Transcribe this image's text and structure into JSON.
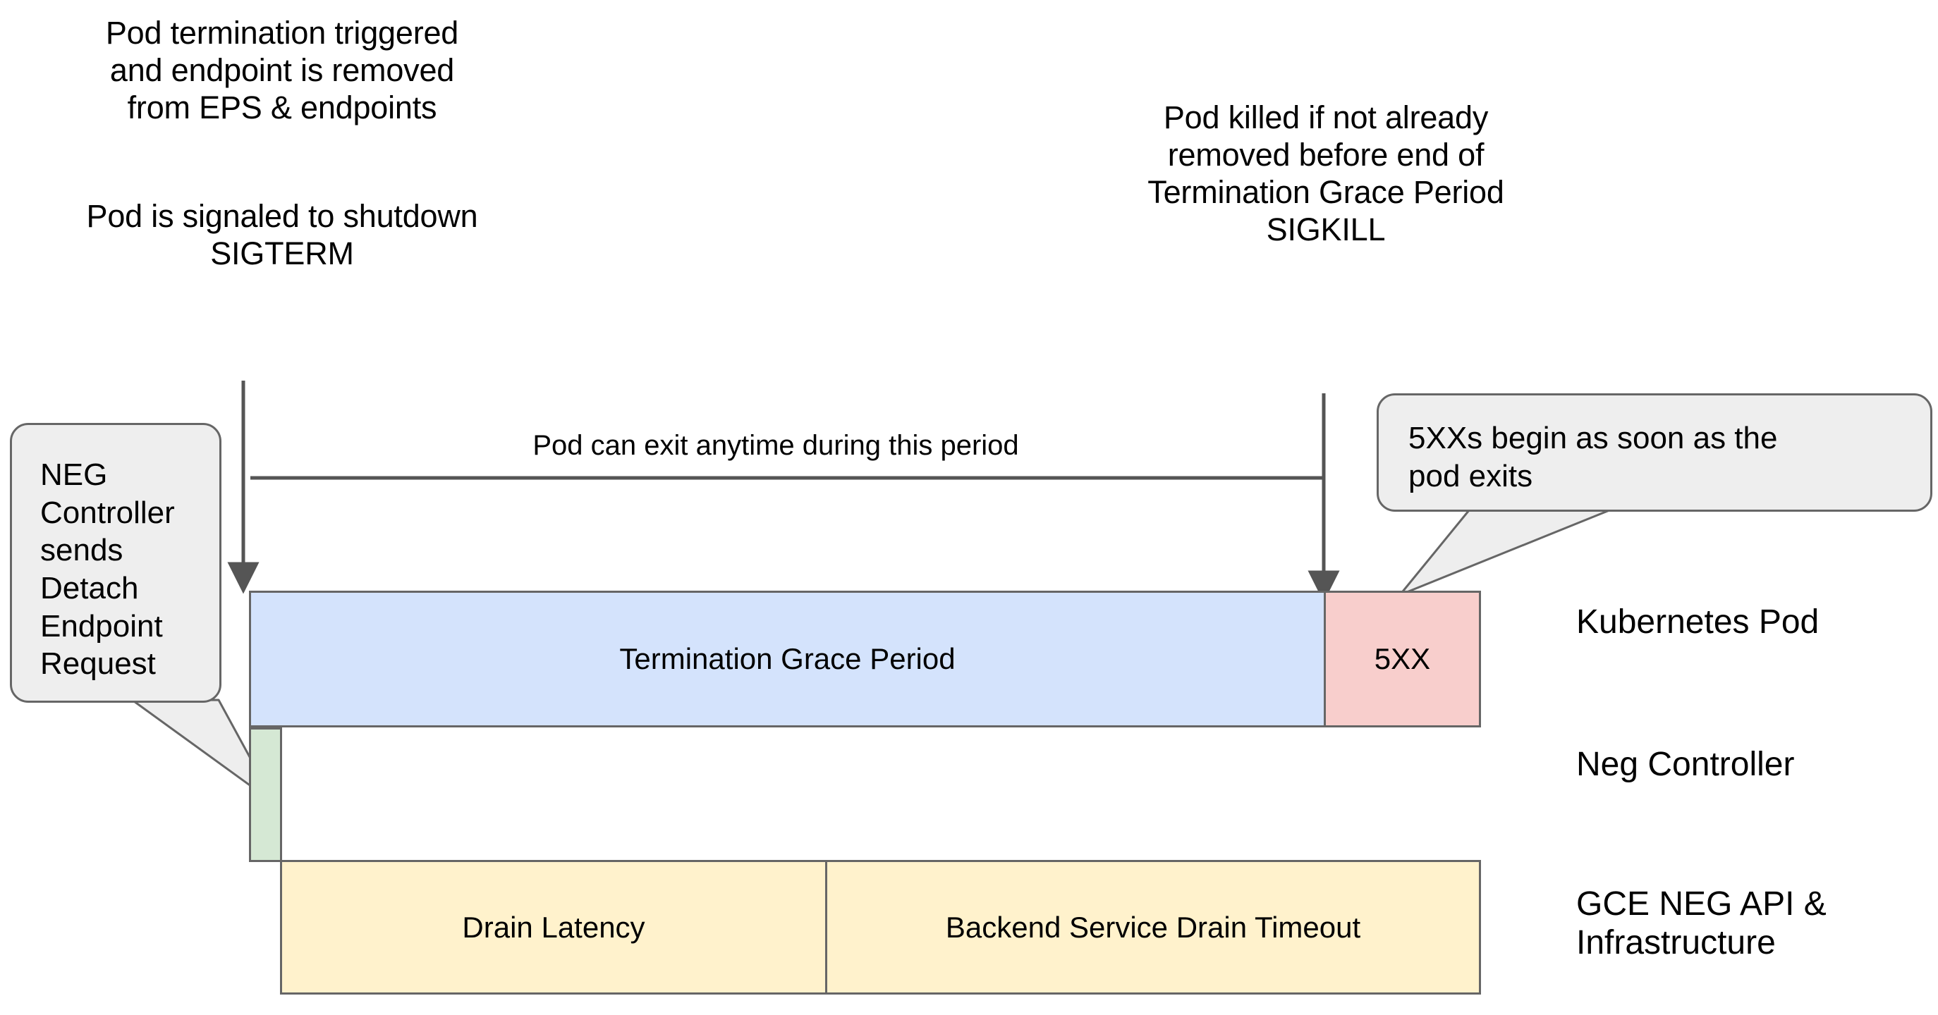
{
  "diagram": {
    "title": "Kubernetes Pod termination and NEG drain timeline",
    "colors": {
      "pod_bar": "#d4e3fc",
      "error_bar": "#f8cecc",
      "neg_bar": "#d5e8d4",
      "infra_bar": "#fff2cc",
      "stroke": "#666666",
      "callout_fill": "#eeeeee",
      "background": "#ffffff"
    }
  },
  "notes": {
    "termination_trigger": "Pod termination triggered\nand endpoint is removed\nfrom EPS & endpoints",
    "sigterm": "Pod is signaled to shutdown\nSIGTERM",
    "sigkill": "Pod killed if not already\nremoved before end of\nTermination Grace Period\nSIGKILL"
  },
  "span": {
    "label": "Pod can exit anytime during this period"
  },
  "callouts": {
    "neg_controller": "NEG\nController\nsends\nDetach\nEndpoint\nRequest",
    "five_xx": "5XXs begin as soon as the\npod exits"
  },
  "bars": {
    "termination_grace_period": "Termination Grace Period",
    "five_xx": "5XX",
    "neg_detach": "",
    "drain_latency": "Drain Latency",
    "backend_service_drain_timeout": "Backend Service Drain Timeout"
  },
  "row_labels": {
    "kubernetes_pod": "Kubernetes Pod",
    "neg_controller": "Neg Controller",
    "gce_neg_api": "GCE NEG API &\nInfrastructure"
  }
}
